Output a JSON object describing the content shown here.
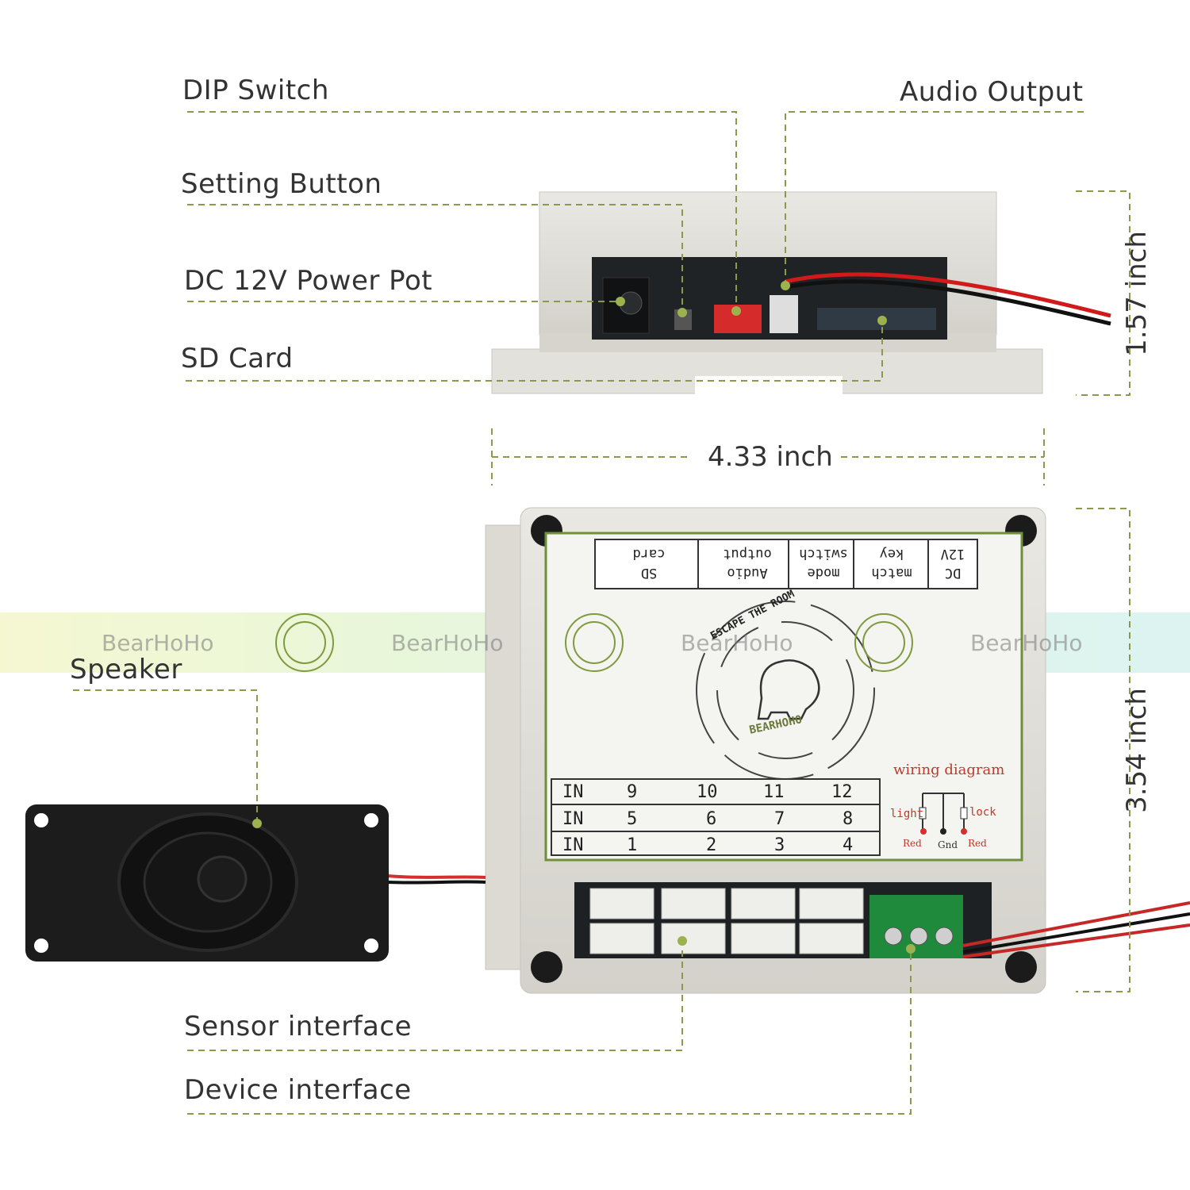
{
  "labels": {
    "dip_switch": "DIP Switch",
    "audio_output": "Audio Output",
    "setting_button": "Setting Button",
    "dc_power": "DC 12V Power Pot",
    "sd_card": "SD Card",
    "speaker": "Speaker",
    "sensor_interface": "Sensor interface",
    "device_interface": "Device interface"
  },
  "dimensions": {
    "height_side": "1.57 inch",
    "width": "4.33 inch",
    "height_top": "3.54 inch"
  },
  "watermark": {
    "text": "BearHoHo",
    "badge_top": "ESCAPE THE ROOM",
    "badge_bottom": "BEARHOHO"
  },
  "panel": {
    "header": {
      "sd_line1": "SD",
      "sd_line2": "card",
      "audio_line1": "Audio",
      "audio_line2": "output",
      "mode_line1": "mode",
      "mode_line2": "switch",
      "match_line1": "match",
      "match_line2": "key",
      "dc_line1": "DC",
      "dc_line2": "12V"
    },
    "logo_top": "ESCAPE THE ROOM",
    "logo_bottom": "BEARHOHO",
    "wiring_title": "wiring diagram",
    "wiring_light": "light",
    "wiring_lock": "lock",
    "wiring_red1": "Red",
    "wiring_gnd": "Gnd",
    "wiring_red2": "Red",
    "table": {
      "in_label": "IN",
      "row1": [
        "9",
        "10",
        "11",
        "12"
      ],
      "row2": [
        "5",
        "6",
        "7",
        "8"
      ],
      "row3": [
        "1",
        "2",
        "3",
        "4"
      ]
    }
  },
  "colors": {
    "guide": "#8a9a4a",
    "dot": "#9bb24f",
    "accent_green": "#5f7f2e",
    "wiring_red": "#c0392b",
    "case_grey": "#dedcd6"
  }
}
